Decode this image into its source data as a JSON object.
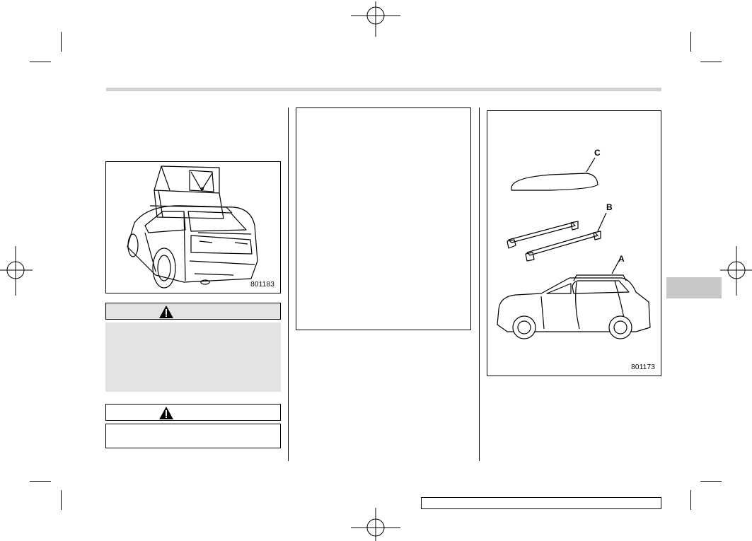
{
  "figures": {
    "left": {
      "code": "801183"
    },
    "right": {
      "code": "801173",
      "labels": {
        "a": "A",
        "b": "B",
        "c": "C"
      }
    }
  },
  "warnings": {
    "first": {
      "icon": "warning-triangle-icon"
    },
    "second": {
      "icon": "warning-triangle-icon"
    }
  },
  "colors": {
    "rule": "#d0d0d0",
    "warning_fill": "#e3e3e3",
    "tab": "#c8c8c8"
  }
}
